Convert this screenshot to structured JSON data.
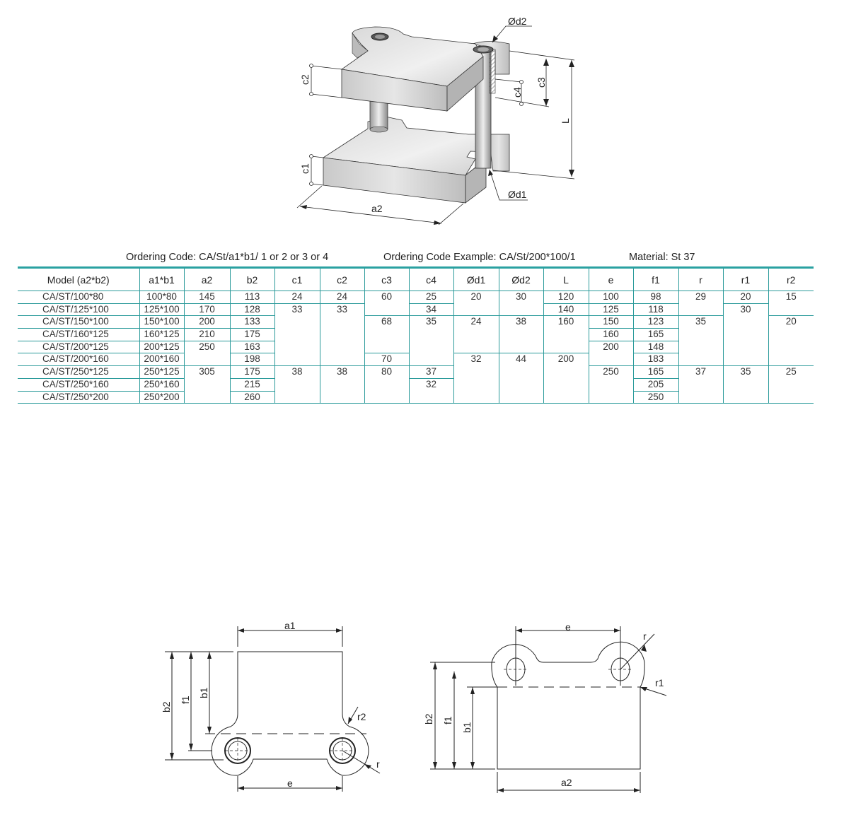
{
  "header": {
    "ordering_code": "Ordering Code: CA/St/a1*b1/ 1 or 2 or 3 or 4",
    "ordering_example": "Ordering Code Example: CA/St/200*100/1",
    "material": "Material: St 37"
  },
  "colors": {
    "accent": "#2aa1a1"
  },
  "iso_drawing_labels": {
    "d2": "Ød2",
    "d1": "Ød1",
    "c1": "c1",
    "c2": "c2",
    "c3": "c3",
    "c4": "c4",
    "L": "L",
    "a2": "a2"
  },
  "bottom_left_labels": {
    "a1": "a1",
    "b2": "b2",
    "f1": "f1",
    "b1": "b1",
    "r2": "r2",
    "r": "r",
    "e": "e"
  },
  "bottom_right_labels": {
    "e": "e",
    "r": "r",
    "r1": "r1",
    "b2": "b2",
    "f1": "f1",
    "b1": "b1",
    "a2": "a2"
  },
  "table": {
    "columns": [
      "Model (a2*b2)",
      "a1*b1",
      "a2",
      "b2",
      "c1",
      "c2",
      "c3",
      "c4",
      "Ød1",
      "Ød2",
      "L",
      "e",
      "f1",
      "r",
      "r1",
      "r2"
    ],
    "rows": [
      [
        {
          "v": "CA/ST/100*80"
        },
        {
          "v": "100*80"
        },
        {
          "v": "145"
        },
        {
          "v": "113"
        },
        {
          "v": "24"
        },
        {
          "v": "24"
        },
        {
          "v": "60",
          "rows": 2
        },
        {
          "v": "25"
        },
        {
          "v": "20",
          "rows": 2
        },
        {
          "v": "30",
          "rows": 2
        },
        {
          "v": "120"
        },
        {
          "v": "100"
        },
        {
          "v": "98"
        },
        {
          "v": "29",
          "rows": 2
        },
        {
          "v": "20"
        },
        {
          "v": "15",
          "rows": 2
        }
      ],
      [
        {
          "v": "CA/ST/125*100"
        },
        {
          "v": "125*100"
        },
        {
          "v": "170"
        },
        {
          "v": "128"
        },
        {
          "v": "33",
          "rows": 5
        },
        {
          "v": "33",
          "rows": 5
        },
        {
          "v": "34"
        },
        {
          "v": "140"
        },
        {
          "v": "125"
        },
        {
          "v": "118"
        },
        {
          "v": "30",
          "rows": 5
        }
      ],
      [
        {
          "v": "CA/ST/150*100"
        },
        {
          "v": "150*100"
        },
        {
          "v": "200"
        },
        {
          "v": "133"
        },
        {
          "v": "68",
          "rows": 3
        },
        {
          "v": "35",
          "rows": 4
        },
        {
          "v": "24",
          "rows": 3
        },
        {
          "v": "38",
          "rows": 3
        },
        {
          "v": "160",
          "rows": 3
        },
        {
          "v": "150"
        },
        {
          "v": "123"
        },
        {
          "v": "35",
          "rows": 4
        },
        {
          "v": "20",
          "rows": 4
        }
      ],
      [
        {
          "v": "CA/ST/160*125"
        },
        {
          "v": "160*125"
        },
        {
          "v": "210"
        },
        {
          "v": "175"
        },
        {
          "v": "160"
        },
        {
          "v": "165"
        }
      ],
      [
        {
          "v": "CA/ST/200*125"
        },
        {
          "v": "200*125"
        },
        {
          "v": "250",
          "rows": 2
        },
        {
          "v": "163"
        },
        {
          "v": "200",
          "rows": 2
        },
        {
          "v": "148"
        }
      ],
      [
        {
          "v": "CA/ST/200*160"
        },
        {
          "v": "200*160"
        },
        {
          "v": "198"
        },
        {
          "v": "70"
        },
        {
          "v": "32",
          "rows": 4
        },
        {
          "v": "44",
          "rows": 4
        },
        {
          "v": "200",
          "rows": 4
        },
        {
          "v": "183"
        }
      ],
      [
        {
          "v": "CA/ST/250*125"
        },
        {
          "v": "250*125"
        },
        {
          "v": "305",
          "rows": 3
        },
        {
          "v": "175"
        },
        {
          "v": "38",
          "rows": 3
        },
        {
          "v": "38",
          "rows": 3
        },
        {
          "v": "80",
          "rows": 3
        },
        {
          "v": "37"
        },
        {
          "v": "250",
          "rows": 3
        },
        {
          "v": "165"
        },
        {
          "v": "37",
          "rows": 3
        },
        {
          "v": "35",
          "rows": 3
        },
        {
          "v": "25",
          "rows": 3
        }
      ],
      [
        {
          "v": "CA/ST/250*160"
        },
        {
          "v": "250*160"
        },
        {
          "v": "215"
        },
        {
          "v": "32",
          "rows": 2
        },
        {
          "v": "205"
        }
      ],
      [
        {
          "v": "CA/ST/250*200"
        },
        {
          "v": "250*200"
        },
        {
          "v": "260"
        },
        {
          "v": "250"
        }
      ]
    ]
  }
}
